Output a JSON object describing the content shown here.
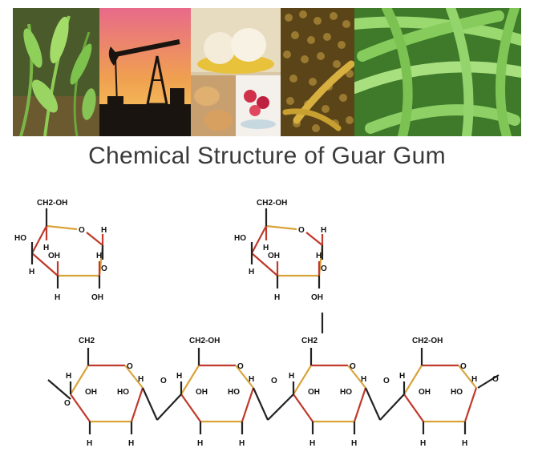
{
  "title": "Chemical Structure of Guar Gum",
  "banner": {
    "panels": [
      {
        "name": "guar-plant-photo"
      },
      {
        "name": "oil-pumpjack-photo"
      },
      {
        "name": "food-products-photo"
      },
      {
        "name": "guar-seeds-photo"
      },
      {
        "name": "guar-pods-photo"
      }
    ]
  },
  "colors": {
    "bond_gold": "#d9a33a",
    "bond_red": "#c0392b",
    "bond_dark": "#222222",
    "title": "#3a3a3a"
  },
  "labels": {
    "ch2oh": "CH2-OH",
    "ch2": "CH2",
    "o": "O",
    "h": "H",
    "ho": "HO",
    "oh": "OH"
  }
}
